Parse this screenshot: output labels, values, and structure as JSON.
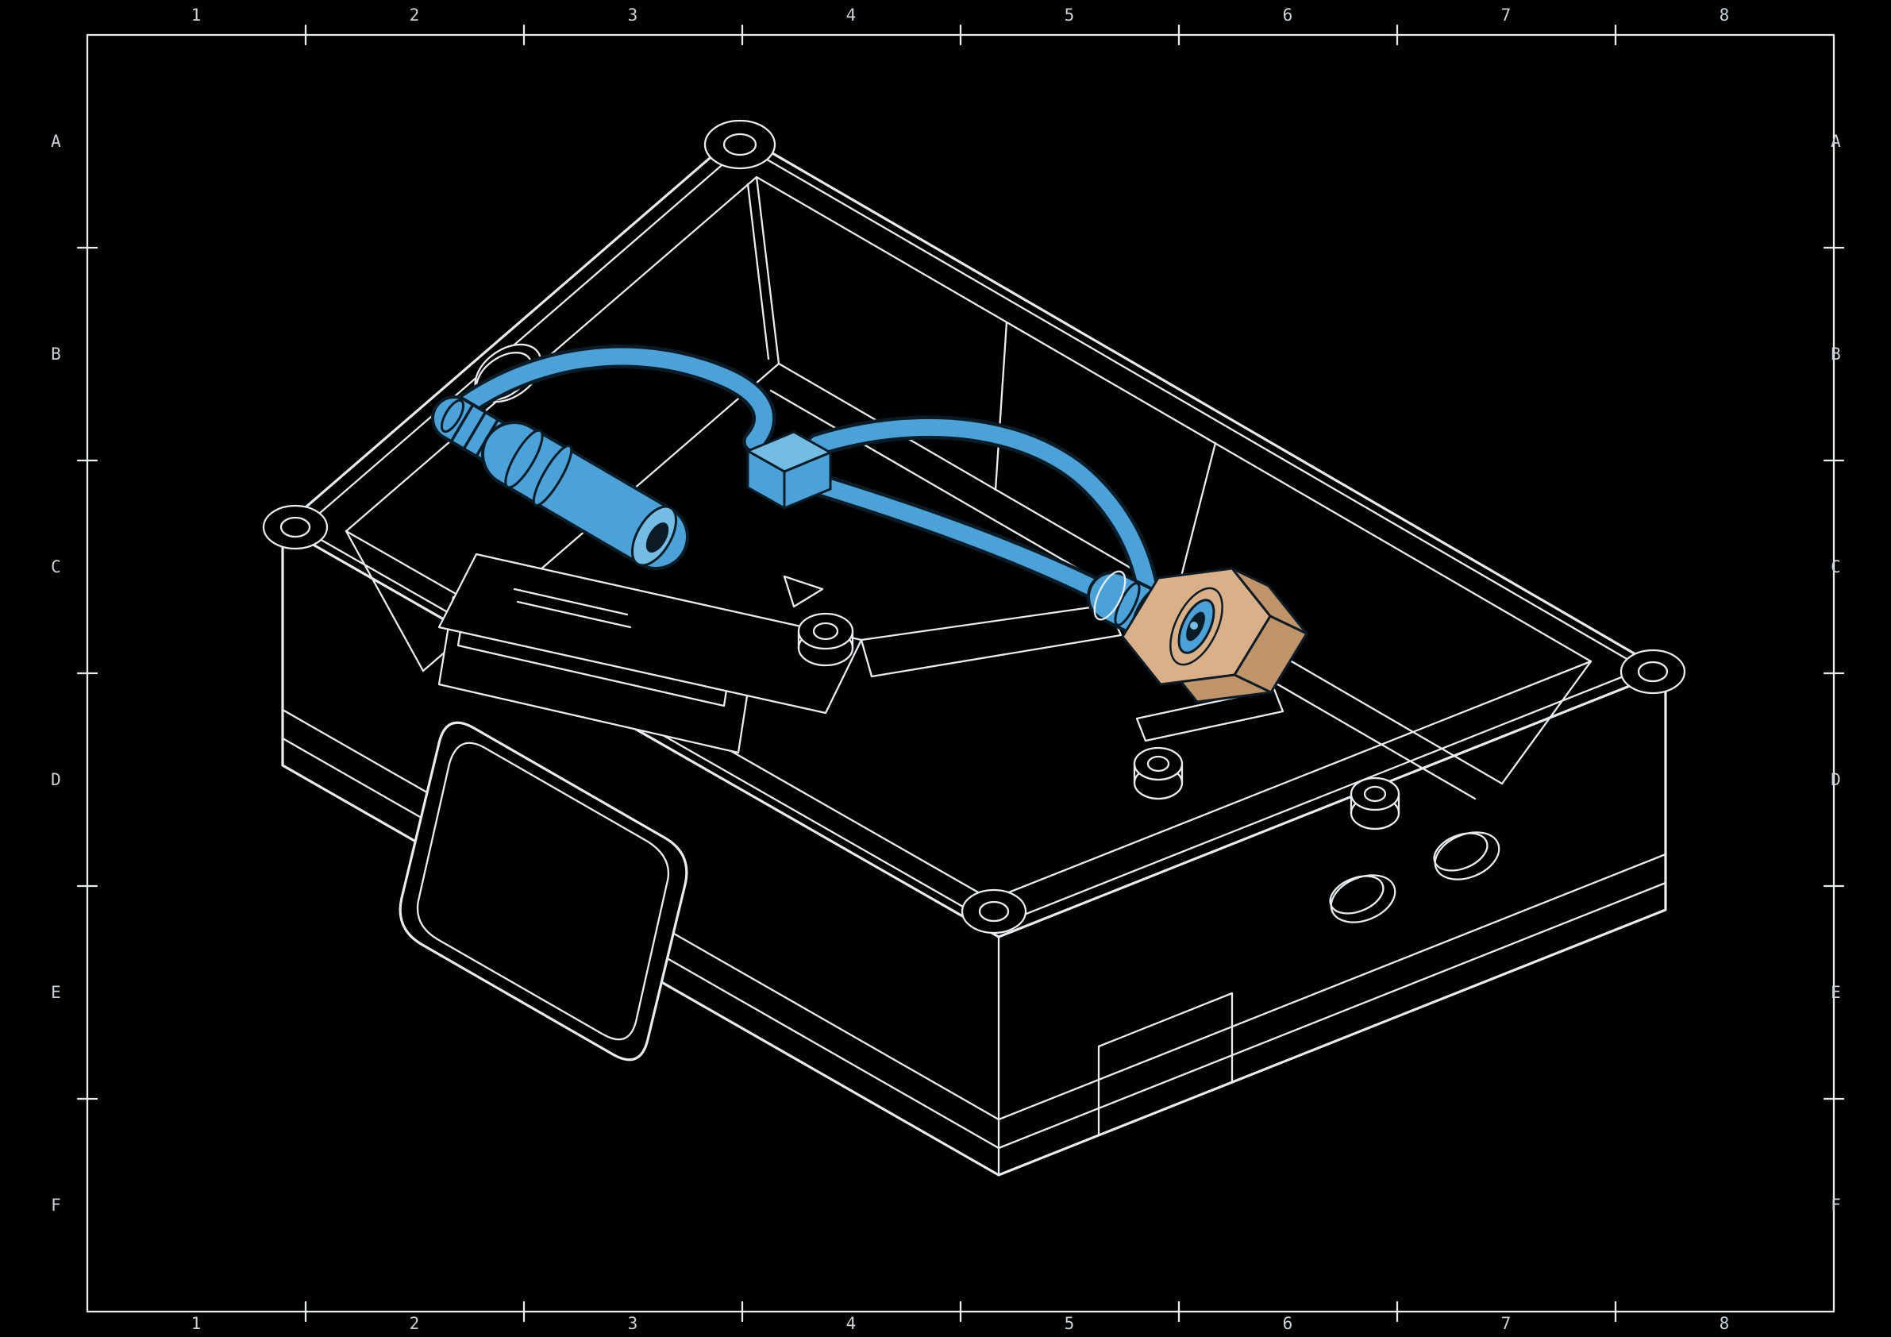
{
  "frame": {
    "columns": [
      "1",
      "2",
      "3",
      "4",
      "5",
      "6",
      "7",
      "8"
    ],
    "rows": [
      "A",
      "B",
      "C",
      "D",
      "E",
      "F"
    ]
  },
  "colors": {
    "background": "#000000",
    "line": "#e8ecef",
    "label": "#ccd2d7",
    "highlight": "#4aa2d8",
    "highlight_light": "#74bce4",
    "highlight_outline": "#0b1c26",
    "brass": "#d9b088",
    "brass_back": "#bf9468"
  }
}
